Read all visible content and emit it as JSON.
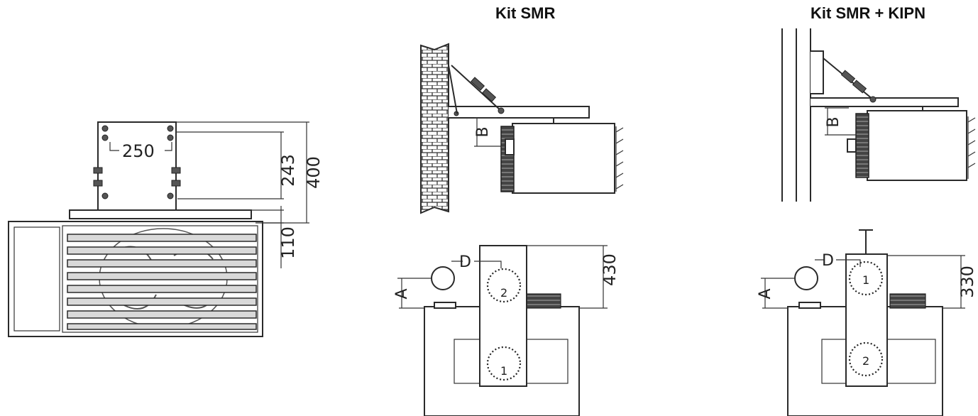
{
  "titles": {
    "kit_smr": "Kit SMR",
    "kit_smr_kipn": "Kit SMR + KIPN"
  },
  "front_view": {
    "width_dim": "250",
    "upper_dim": "243",
    "total_dim": "400",
    "lower_dim": "110"
  },
  "smr_side": {
    "b_label": "B"
  },
  "smr_top": {
    "d_label": "D",
    "a_label": "A",
    "depth_dim": "430",
    "hole_1": "1",
    "hole_2": "2"
  },
  "kipn_side": {
    "b_label": "B"
  },
  "kipn_top": {
    "d_label": "D",
    "a_label": "A",
    "depth_dim": "330",
    "hole_1": "1",
    "hole_2": "2"
  }
}
